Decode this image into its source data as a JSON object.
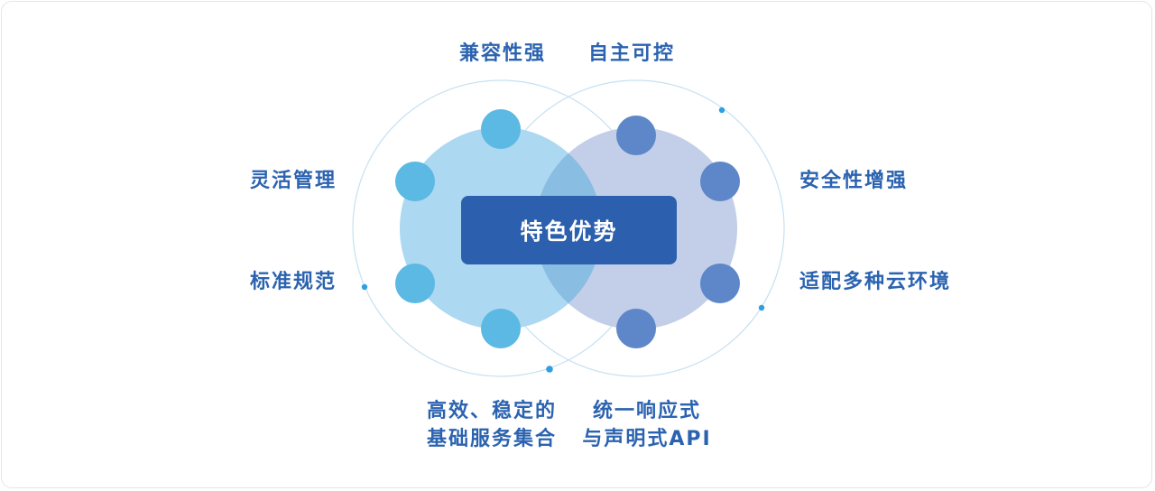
{
  "center": {
    "title": "特色优势"
  },
  "left_features": [
    {
      "label": "兼容性强"
    },
    {
      "label": "灵活管理"
    },
    {
      "label": "标准规范"
    },
    {
      "lines": [
        "高效、稳定的",
        "基础服务集合"
      ]
    }
  ],
  "right_features": [
    {
      "label": "自主可控"
    },
    {
      "label": "安全性增强"
    },
    {
      "label": "适配多种云环境"
    },
    {
      "lines": [
        "统一响应式",
        "与声明式API"
      ]
    }
  ],
  "colors": {
    "left_circle": "#acd8f1",
    "right_circle": "#c3cfe8",
    "overlap": "#89bde2",
    "left_dot": "#5bb9e3",
    "right_dot": "#5d87c9",
    "outline": "#c6e1f1",
    "accent_dot": "#2f9fe0",
    "center_box": "#2c5fad",
    "label_text": "#2b63b0"
  }
}
